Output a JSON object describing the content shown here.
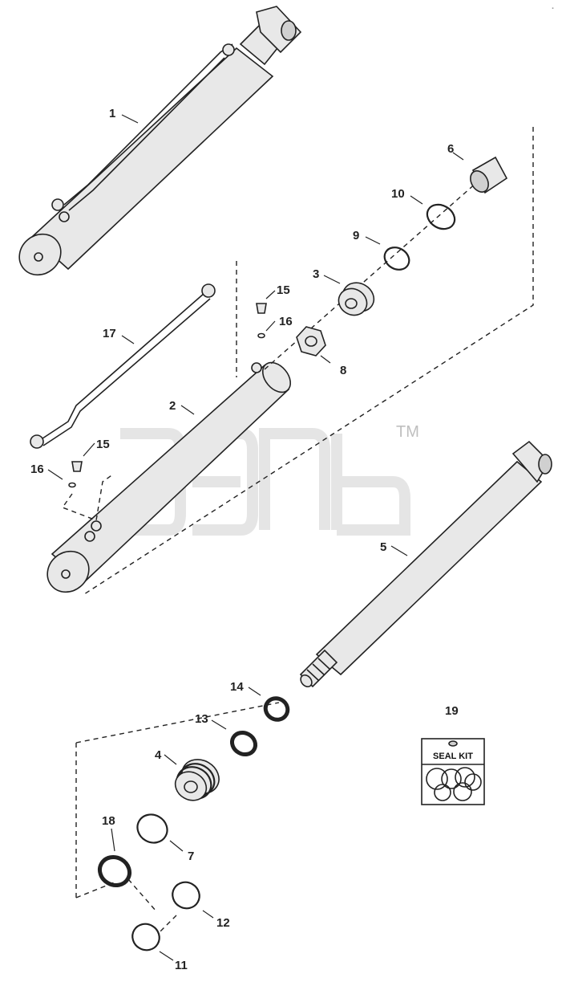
{
  "labels": {
    "p1": "1",
    "p2": "2",
    "p3": "3",
    "p4": "4",
    "p5": "5",
    "p6": "6",
    "p7": "7",
    "p8": "8",
    "p9": "9",
    "p10": "10",
    "p11": "11",
    "p12": "12",
    "p13": "13",
    "p14": "14",
    "p15a": "15",
    "p15b": "15",
    "p16a": "16",
    "p16b": "16",
    "p17": "17",
    "p18": "18",
    "p19": "19"
  },
  "seal_kit": {
    "text": "SEAL KIT"
  },
  "watermark": {
    "trademark": "TM"
  },
  "colors": {
    "line": "#222222",
    "part_fill": "#e8e8e8",
    "watermark": "#cfcfcf"
  }
}
